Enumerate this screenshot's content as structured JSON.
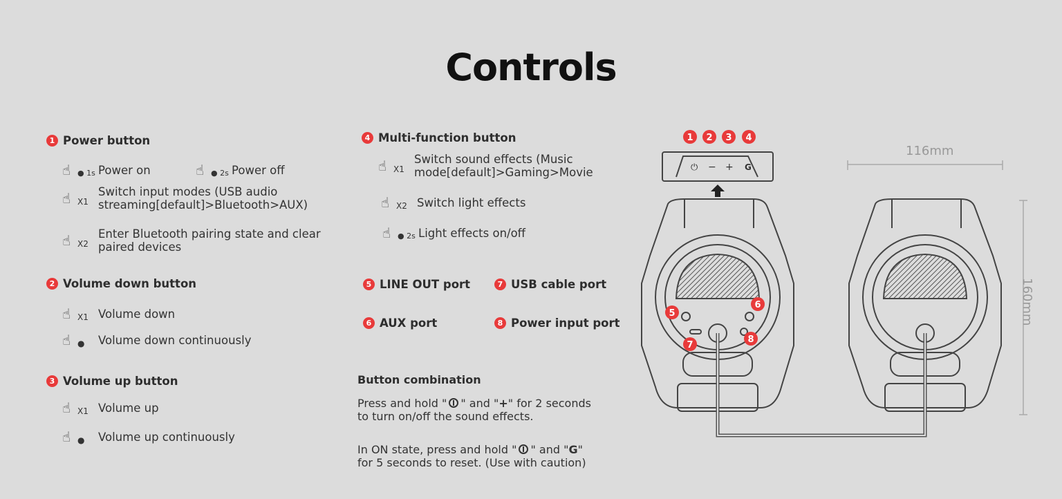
{
  "title": "Controls",
  "sections": {
    "power": {
      "num": "1",
      "heading": "Power button",
      "items": [
        {
          "mod": "1s",
          "text": "Power on"
        },
        {
          "mod": "2s",
          "text": "Power off"
        },
        {
          "mod": "X1",
          "text1": "Switch input modes (USB audio",
          "text2": "streaming[default]>Bluetooth>AUX)"
        },
        {
          "mod": "X2",
          "text1": "Enter Bluetooth pairing state and clear",
          "text2": "paired devices"
        }
      ]
    },
    "vol_down": {
      "num": "2",
      "heading": "Volume down button",
      "items": [
        {
          "mod": "X1",
          "text": "Volume down"
        },
        {
          "mod": "",
          "text": "Volume down continuously"
        }
      ]
    },
    "vol_up": {
      "num": "3",
      "heading": "Volume up button",
      "items": [
        {
          "mod": "X1",
          "text": "Volume up"
        },
        {
          "mod": "",
          "text": "Volume up continuously"
        }
      ]
    },
    "multi": {
      "num": "4",
      "heading": "Multi-function button",
      "items": [
        {
          "mod": "X1",
          "text1": "Switch sound effects (Music",
          "text2": "mode[default]>Gaming>Movie"
        },
        {
          "mod": "X2",
          "text": "Switch light effects"
        },
        {
          "mod": "2s",
          "text": "Light effects on/off"
        }
      ]
    },
    "ports": [
      {
        "num": "5",
        "label": "LINE OUT port"
      },
      {
        "num": "7",
        "label": "USB cable port"
      },
      {
        "num": "6",
        "label": "AUX port"
      },
      {
        "num": "8",
        "label": "Power input port"
      }
    ],
    "combination": {
      "heading": "Button combination",
      "p1a": "Press and hold \"",
      "p1b": "\" and \"",
      "p1plus": "+",
      "p1c": "\" for 2 seconds",
      "p1d": "to turn on/off the sound effects.",
      "p2a": "In ON state, press and hold \"",
      "p2b": "\" and \"",
      "p2g": "G",
      "p2c": "\"",
      "p2d": "for 5 seconds to reset. (Use with caution)"
    }
  },
  "diagram": {
    "width_label": "116mm",
    "height_label": "160mm",
    "top_buttons": [
      "−",
      "+",
      "G"
    ],
    "callouts": [
      "1",
      "2",
      "3",
      "4",
      "5",
      "6",
      "7",
      "8"
    ]
  },
  "colors": {
    "accent": "#e83a3a",
    "background": "#dcdcdc"
  }
}
